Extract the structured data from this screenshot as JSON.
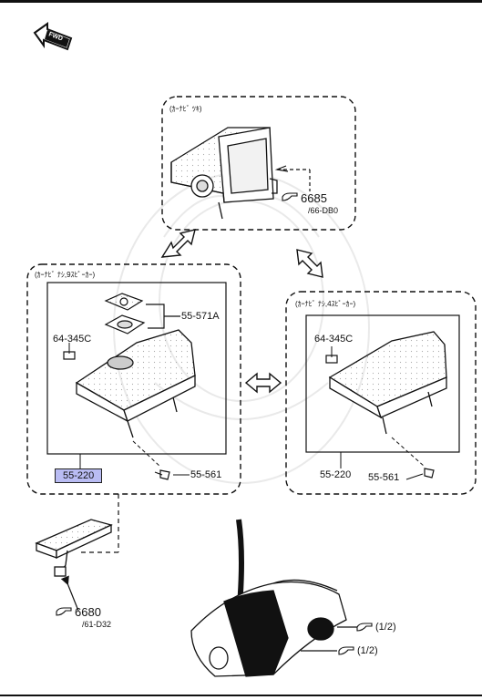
{
  "fwd_label": "FWD",
  "top_group": {
    "header": "(ｶｰﾅﾋﾞ ﾂｷ)",
    "ref_code": "6685",
    "ref_sub": "/66-DB0"
  },
  "left_group": {
    "header": "(ｶｰﾅﾋﾞ ﾅｼ,9ｽﾋﾟｰｶｰ)",
    "labels": {
      "speaker_part": "55-571A",
      "clip_part": "64-345C",
      "screw_part": "55-561",
      "panel_part": "55-220"
    }
  },
  "right_group": {
    "header": "(ｶｰﾅﾋﾞ ﾅｼ,4ｽﾋﾟｰｶｰ)",
    "labels": {
      "clip_part": "64-345C",
      "panel_part": "55-220",
      "screw_part": "55-561"
    }
  },
  "harness": {
    "ref_code": "6680",
    "ref_sub": "/61-D32"
  },
  "dashboard": {
    "ref_a": "(1/2)",
    "ref_b": "(1/2)"
  }
}
